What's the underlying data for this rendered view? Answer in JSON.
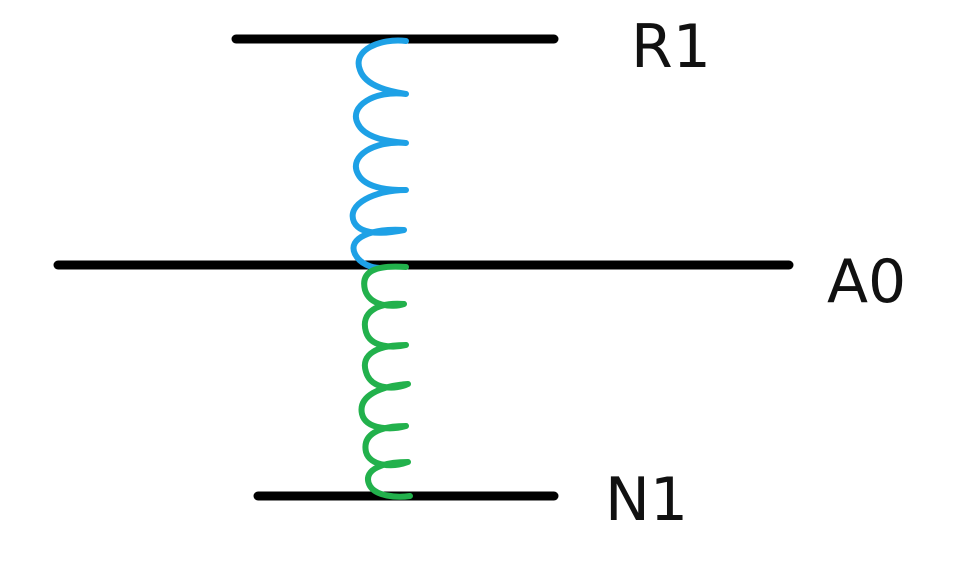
{
  "labels": {
    "top_line": "R1",
    "middle_line": "A0",
    "bottom_line": "N1"
  },
  "colors": {
    "line": "#000000",
    "upper_spring": "#1ea1e6",
    "lower_spring": "#22b14c"
  }
}
